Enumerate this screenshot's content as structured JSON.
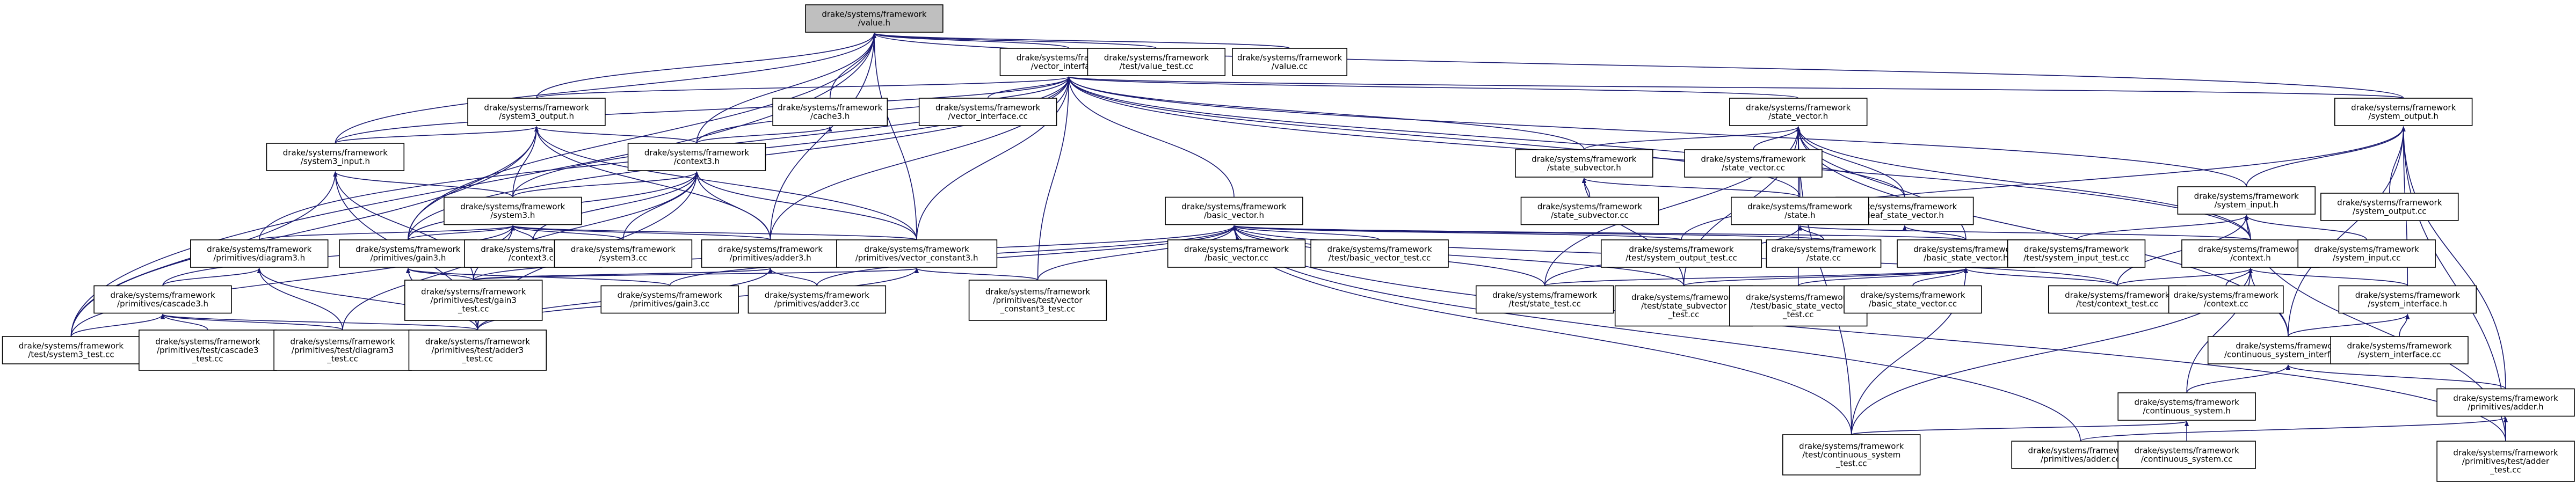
{
  "graph": {
    "edge_color": "#191970",
    "root_fill": "#bfbfbf",
    "node_fill": "#ffffff",
    "nodes": [
      {
        "id": "value_h",
        "lines": [
          "drake/systems/framework",
          "/value.h"
        ],
        "root": true
      },
      {
        "id": "vector_interface_h",
        "lines": [
          "drake/systems/framework",
          "/vector_interface.h"
        ]
      },
      {
        "id": "test_value_test_cc",
        "lines": [
          "drake/systems/framework",
          "/test/value_test.cc"
        ]
      },
      {
        "id": "value_cc",
        "lines": [
          "drake/systems/framework",
          "/value.cc"
        ]
      },
      {
        "id": "system3_output_h",
        "lines": [
          "drake/systems/framework",
          "/system3_output.h"
        ]
      },
      {
        "id": "cache3_h",
        "lines": [
          "drake/systems/framework",
          "/cache3.h"
        ]
      },
      {
        "id": "vector_interface_cc",
        "lines": [
          "drake/systems/framework",
          "/vector_interface.cc"
        ]
      },
      {
        "id": "state_vector_h",
        "lines": [
          "drake/systems/framework",
          "/state_vector.h"
        ]
      },
      {
        "id": "system_output_h",
        "lines": [
          "drake/systems/framework",
          "/system_output.h"
        ]
      },
      {
        "id": "system3_input_h",
        "lines": [
          "drake/systems/framework",
          "/system3_input.h"
        ]
      },
      {
        "id": "context3_h",
        "lines": [
          "drake/systems/framework",
          "/context3.h"
        ]
      },
      {
        "id": "state_subvector_h",
        "lines": [
          "drake/systems/framework",
          "/state_subvector.h"
        ]
      },
      {
        "id": "state_vector_cc",
        "lines": [
          "drake/systems/framework",
          "/state_vector.cc"
        ]
      },
      {
        "id": "system_input_h",
        "lines": [
          "drake/systems/framework",
          "/system_input.h"
        ]
      },
      {
        "id": "system_output_cc",
        "lines": [
          "drake/systems/framework",
          "/system_output.cc"
        ]
      },
      {
        "id": "system3_h",
        "lines": [
          "drake/systems/framework",
          "/system3.h"
        ]
      },
      {
        "id": "basic_vector_h",
        "lines": [
          "drake/systems/framework",
          "/basic_vector.h"
        ]
      },
      {
        "id": "leaf_state_vector_h",
        "lines": [
          "drake/systems/framework",
          "/leaf_state_vector.h"
        ]
      },
      {
        "id": "state_subvector_cc",
        "lines": [
          "drake/systems/framework",
          "/state_subvector.cc"
        ]
      },
      {
        "id": "state_h",
        "lines": [
          "drake/systems/framework",
          "/state.h"
        ]
      },
      {
        "id": "prim_diagram3_h",
        "lines": [
          "drake/systems/framework",
          "/primitives/diagram3.h"
        ]
      },
      {
        "id": "prim_gain3_h",
        "lines": [
          "drake/systems/framework",
          "/primitives/gain3.h"
        ]
      },
      {
        "id": "context3_cc",
        "lines": [
          "drake/systems/framework",
          "/context3.cc"
        ]
      },
      {
        "id": "system3_cc",
        "lines": [
          "drake/systems/framework",
          "/system3.cc"
        ]
      },
      {
        "id": "prim_adder3_h",
        "lines": [
          "drake/systems/framework",
          "/primitives/adder3.h"
        ]
      },
      {
        "id": "prim_vector_constant3_h",
        "lines": [
          "drake/systems/framework",
          "/primitives/vector_constant3.h"
        ]
      },
      {
        "id": "basic_vector_cc",
        "lines": [
          "drake/systems/framework",
          "/basic_vector.cc"
        ]
      },
      {
        "id": "test_basic_vector_test_cc",
        "lines": [
          "drake/systems/framework",
          "/test/basic_vector_test.cc"
        ]
      },
      {
        "id": "test_system_output_test_cc",
        "lines": [
          "drake/systems/framework",
          "/test/system_output_test.cc"
        ]
      },
      {
        "id": "state_cc",
        "lines": [
          "drake/systems/framework",
          "/state.cc"
        ]
      },
      {
        "id": "basic_state_vector_h",
        "lines": [
          "drake/systems/framework",
          "/basic_state_vector.h"
        ]
      },
      {
        "id": "test_system_input_test_cc",
        "lines": [
          "drake/systems/framework",
          "/test/system_input_test.cc"
        ]
      },
      {
        "id": "context_h",
        "lines": [
          "drake/systems/framework",
          "/context.h"
        ]
      },
      {
        "id": "system_input_cc",
        "lines": [
          "drake/systems/framework",
          "/system_input.cc"
        ]
      },
      {
        "id": "prim_cascade3_h",
        "lines": [
          "drake/systems/framework",
          "/primitives/cascade3.h"
        ]
      },
      {
        "id": "prim_test_gain3_test_cc",
        "lines": [
          "drake/systems/framework",
          "/primitives/test/gain3",
          "_test.cc"
        ]
      },
      {
        "id": "prim_gain3_cc",
        "lines": [
          "drake/systems/framework",
          "/primitives/gain3.cc"
        ]
      },
      {
        "id": "prim_adder3_cc",
        "lines": [
          "drake/systems/framework",
          "/primitives/adder3.cc"
        ]
      },
      {
        "id": "prim_test_vector_constant3_test_cc",
        "lines": [
          "drake/systems/framework",
          "/primitives/test/vector",
          "_constant3_test.cc"
        ]
      },
      {
        "id": "test_state_test_cc",
        "lines": [
          "drake/systems/framework",
          "/test/state_test.cc"
        ]
      },
      {
        "id": "test_state_subvector_test_cc",
        "lines": [
          "drake/systems/framework",
          "/test/state_subvector",
          "_test.cc"
        ]
      },
      {
        "id": "test_basic_state_vector_test_cc",
        "lines": [
          "drake/systems/framework",
          "/test/basic_state_vector",
          "_test.cc"
        ]
      },
      {
        "id": "basic_state_vector_cc",
        "lines": [
          "drake/systems/framework",
          "/basic_state_vector.cc"
        ]
      },
      {
        "id": "test_context_test_cc",
        "lines": [
          "drake/systems/framework",
          "/test/context_test.cc"
        ]
      },
      {
        "id": "context_cc",
        "lines": [
          "drake/systems/framework",
          "/context.cc"
        ]
      },
      {
        "id": "system_interface_h",
        "lines": [
          "drake/systems/framework",
          "/system_interface.h"
        ]
      },
      {
        "id": "test_system3_test_cc",
        "lines": [
          "drake/systems/framework",
          "/test/system3_test.cc"
        ]
      },
      {
        "id": "prim_test_cascade3_test_cc",
        "lines": [
          "drake/systems/framework",
          "/primitives/test/cascade3",
          "_test.cc"
        ]
      },
      {
        "id": "prim_test_diagram3_test_cc",
        "lines": [
          "drake/systems/framework",
          "/primitives/test/diagram3",
          "_test.cc"
        ]
      },
      {
        "id": "prim_test_adder3_test_cc",
        "lines": [
          "drake/systems/framework",
          "/primitives/test/adder3",
          "_test.cc"
        ]
      },
      {
        "id": "continuous_system_interface_h",
        "lines": [
          "drake/systems/framework",
          "/continuous_system_interface.h"
        ]
      },
      {
        "id": "system_interface_cc",
        "lines": [
          "drake/systems/framework",
          "/system_interface.cc"
        ]
      },
      {
        "id": "prim_adder_h",
        "lines": [
          "drake/systems/framework",
          "/primitives/adder.h"
        ]
      },
      {
        "id": "continuous_system_h",
        "lines": [
          "drake/systems/framework",
          "/continuous_system.h"
        ]
      },
      {
        "id": "test_continuous_system_test_cc",
        "lines": [
          "drake/systems/framework",
          "/test/continuous_system",
          "_test.cc"
        ]
      },
      {
        "id": "prim_adder_cc",
        "lines": [
          "drake/systems/framework",
          "/primitives/adder.cc"
        ]
      },
      {
        "id": "continuous_system_cc",
        "lines": [
          "drake/systems/framework",
          "/continuous_system.cc"
        ]
      },
      {
        "id": "prim_test_adder_test_cc",
        "lines": [
          "drake/systems/framework",
          "/primitives/test/adder",
          "_test.cc"
        ]
      }
    ],
    "edges": [
      [
        "value_h",
        "vector_interface_h"
      ],
      [
        "value_h",
        "test_value_test_cc"
      ],
      [
        "value_h",
        "value_cc"
      ],
      [
        "value_h",
        "system3_output_h"
      ],
      [
        "value_h",
        "cache3_h"
      ],
      [
        "value_h",
        "system_output_h"
      ],
      [
        "value_h",
        "context3_h"
      ],
      [
        "value_h",
        "prim_adder3_h"
      ],
      [
        "value_h",
        "prim_vector_constant3_h"
      ],
      [
        "value_h",
        "system3_input_h"
      ],
      [
        "value_h",
        "prim_gain3_h"
      ],
      [
        "value_h",
        "test_system3_test_cc"
      ],
      [
        "vector_interface_h",
        "vector_interface_cc"
      ],
      [
        "vector_interface_h",
        "system3_output_h"
      ],
      [
        "vector_interface_h",
        "state_vector_h"
      ],
      [
        "vector_interface_h",
        "system_output_h"
      ],
      [
        "vector_interface_h",
        "basic_vector_h"
      ],
      [
        "vector_interface_h",
        "state_subvector_h"
      ],
      [
        "vector_interface_h",
        "context3_h"
      ],
      [
        "vector_interface_h",
        "system3_h"
      ],
      [
        "vector_interface_h",
        "state_h"
      ],
      [
        "vector_interface_h",
        "system_input_h"
      ],
      [
        "vector_interface_h",
        "prim_adder3_h"
      ],
      [
        "vector_interface_h",
        "prim_vector_constant3_h"
      ],
      [
        "vector_interface_h",
        "prim_gain3_h"
      ],
      [
        "vector_interface_h",
        "prim_test_vector_constant3_test_cc"
      ],
      [
        "vector_interface_h",
        "context_h"
      ],
      [
        "vector_interface_h",
        "system3_input_h"
      ],
      [
        "vector_interface_h",
        "leaf_state_vector_h"
      ],
      [
        "vector_interface_h",
        "prim_diagram3_h"
      ],
      [
        "system3_output_h",
        "system3_input_h"
      ],
      [
        "system3_output_h",
        "system3_h"
      ],
      [
        "system3_output_h",
        "context3_h"
      ],
      [
        "system3_output_h",
        "prim_gain3_h"
      ],
      [
        "system3_output_h",
        "prim_adder3_h"
      ],
      [
        "system3_output_h",
        "test_system3_test_cc"
      ],
      [
        "system3_output_h",
        "prim_vector_constant3_h"
      ],
      [
        "cache3_h",
        "context3_h"
      ],
      [
        "state_vector_h",
        "state_vector_cc"
      ],
      [
        "state_vector_h",
        "state_subvector_h"
      ],
      [
        "state_vector_h",
        "leaf_state_vector_h"
      ],
      [
        "state_vector_h",
        "state_h"
      ],
      [
        "state_vector_h",
        "basic_state_vector_h"
      ],
      [
        "state_vector_h",
        "test_state_test_cc"
      ],
      [
        "state_vector_h",
        "test_state_subvector_test_cc"
      ],
      [
        "state_vector_h",
        "context_h"
      ],
      [
        "state_vector_h",
        "continuous_system_interface_h"
      ],
      [
        "state_vector_h",
        "test_continuous_system_test_cc"
      ],
      [
        "state_vector_h",
        "test_basic_state_vector_test_cc"
      ],
      [
        "system_output_h",
        "system_output_cc"
      ],
      [
        "system_output_h",
        "system_input_h"
      ],
      [
        "system_output_h",
        "test_system_output_test_cc"
      ],
      [
        "system_output_h",
        "system_interface_h"
      ],
      [
        "system_output_h",
        "continuous_system_interface_h"
      ],
      [
        "system_output_h",
        "prim_adder_h"
      ],
      [
        "system_output_h",
        "prim_test_adder_test_cc"
      ],
      [
        "system3_input_h",
        "system3_h"
      ],
      [
        "system3_input_h",
        "test_system3_test_cc"
      ],
      [
        "system3_input_h",
        "prim_test_gain3_test_cc"
      ],
      [
        "system3_input_h",
        "prim_test_adder3_test_cc"
      ],
      [
        "context3_h",
        "context3_cc"
      ],
      [
        "context3_h",
        "system3_h"
      ],
      [
        "context3_h",
        "prim_gain3_h"
      ],
      [
        "context3_h",
        "prim_adder3_h"
      ],
      [
        "context3_h",
        "system3_cc"
      ],
      [
        "context3_h",
        "prim_test_gain3_test_cc"
      ],
      [
        "context3_h",
        "prim_test_adder3_test_cc"
      ],
      [
        "context3_h",
        "prim_vector_constant3_h"
      ],
      [
        "state_subvector_h",
        "state_subvector_cc"
      ],
      [
        "state_subvector_h",
        "state_h"
      ],
      [
        "state_subvector_h",
        "test_state_subvector_test_cc"
      ],
      [
        "system_input_h",
        "system_input_cc"
      ],
      [
        "system_input_h",
        "test_system_input_test_cc"
      ],
      [
        "system_input_h",
        "context_h"
      ],
      [
        "system_input_h",
        "test_context_test_cc"
      ],
      [
        "system_input_h",
        "prim_test_adder_test_cc"
      ],
      [
        "system3_h",
        "prim_diagram3_h"
      ],
      [
        "system3_h",
        "prim_gain3_h"
      ],
      [
        "system3_h",
        "context3_cc"
      ],
      [
        "system3_h",
        "system3_cc"
      ],
      [
        "system3_h",
        "prim_adder3_h"
      ],
      [
        "system3_h",
        "prim_vector_constant3_h"
      ],
      [
        "system3_h",
        "prim_cascade3_h"
      ],
      [
        "system3_h",
        "test_system3_test_cc"
      ],
      [
        "system3_h",
        "prim_test_diagram3_test_cc"
      ],
      [
        "basic_vector_h",
        "basic_vector_cc"
      ],
      [
        "basic_vector_h",
        "test_basic_vector_test_cc"
      ],
      [
        "basic_vector_h",
        "test_system_output_test_cc"
      ],
      [
        "basic_vector_h",
        "state_cc"
      ],
      [
        "basic_vector_h",
        "basic_state_vector_h"
      ],
      [
        "basic_vector_h",
        "prim_gain3_cc"
      ],
      [
        "basic_vector_h",
        "prim_adder3_cc"
      ],
      [
        "basic_vector_h",
        "prim_test_vector_constant3_test_cc"
      ],
      [
        "basic_vector_h",
        "test_state_test_cc"
      ],
      [
        "basic_vector_h",
        "test_state_subvector_test_cc"
      ],
      [
        "basic_vector_h",
        "test_context_test_cc"
      ],
      [
        "basic_vector_h",
        "prim_test_gain3_test_cc"
      ],
      [
        "basic_vector_h",
        "prim_adder_cc"
      ],
      [
        "basic_vector_h",
        "test_continuous_system_test_cc"
      ],
      [
        "basic_vector_h",
        "prim_test_adder_test_cc"
      ],
      [
        "leaf_state_vector_h",
        "basic_state_vector_h"
      ],
      [
        "state_h",
        "state_cc"
      ],
      [
        "state_h",
        "context_h"
      ],
      [
        "state_h",
        "test_state_test_cc"
      ],
      [
        "prim_diagram3_h",
        "prim_cascade3_h"
      ],
      [
        "prim_diagram3_h",
        "prim_test_diagram3_test_cc"
      ],
      [
        "prim_diagram3_h",
        "prim_test_adder3_test_cc"
      ],
      [
        "prim_gain3_h",
        "prim_gain3_cc"
      ],
      [
        "prim_gain3_h",
        "prim_test_gain3_test_cc"
      ],
      [
        "prim_gain3_h",
        "prim_test_adder3_test_cc"
      ],
      [
        "prim_adder3_h",
        "prim_adder3_cc"
      ],
      [
        "prim_adder3_h",
        "prim_test_gain3_test_cc"
      ],
      [
        "prim_adder3_h",
        "prim_test_adder3_test_cc"
      ],
      [
        "prim_vector_constant3_h",
        "prim_test_vector_constant3_test_cc"
      ],
      [
        "prim_vector_constant3_h",
        "prim_test_gain3_test_cc"
      ],
      [
        "prim_vector_constant3_h",
        "prim_test_adder3_test_cc"
      ],
      [
        "basic_state_vector_h",
        "basic_state_vector_cc"
      ],
      [
        "basic_state_vector_h",
        "test_basic_state_vector_test_cc"
      ],
      [
        "basic_state_vector_h",
        "test_state_test_cc"
      ],
      [
        "basic_state_vector_h",
        "test_context_test_cc"
      ],
      [
        "basic_state_vector_h",
        "test_continuous_system_test_cc"
      ],
      [
        "basic_state_vector_h",
        "test_state_subvector_test_cc"
      ],
      [
        "context_h",
        "context_cc"
      ],
      [
        "context_h",
        "test_context_test_cc"
      ],
      [
        "context_h",
        "system_interface_h"
      ],
      [
        "context_h",
        "continuous_system_interface_h"
      ],
      [
        "context_h",
        "continuous_system_h"
      ],
      [
        "context_h",
        "test_continuous_system_test_cc"
      ],
      [
        "prim_cascade3_h",
        "test_system3_test_cc"
      ],
      [
        "prim_cascade3_h",
        "prim_test_cascade3_test_cc"
      ],
      [
        "prim_cascade3_h",
        "prim_test_diagram3_test_cc"
      ],
      [
        "prim_cascade3_h",
        "prim_test_adder3_test_cc"
      ],
      [
        "system_interface_h",
        "system_interface_cc"
      ],
      [
        "system_interface_h",
        "continuous_system_interface_h"
      ],
      [
        "continuous_system_interface_h",
        "continuous_system_h"
      ],
      [
        "continuous_system_interface_h",
        "prim_adder_h"
      ],
      [
        "prim_adder_h",
        "prim_adder_cc"
      ],
      [
        "prim_adder_h",
        "prim_test_adder_test_cc"
      ],
      [
        "continuous_system_h",
        "continuous_system_cc"
      ],
      [
        "continuous_system_h",
        "test_continuous_system_test_cc"
      ]
    ]
  }
}
